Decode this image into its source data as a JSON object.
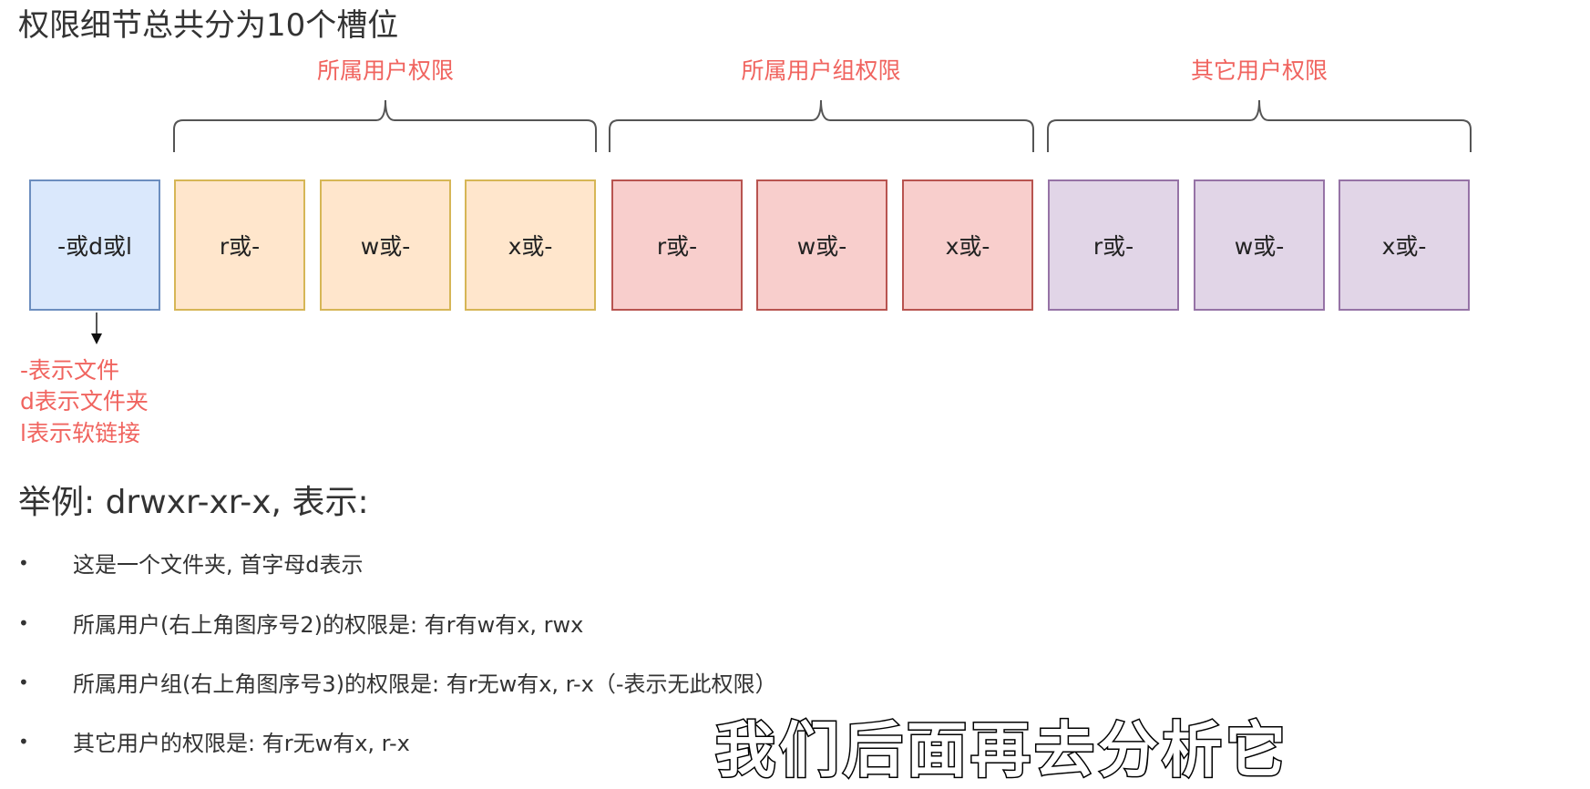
{
  "title": "权限细节总共分为10个槽位",
  "groups": [
    {
      "label": "所属用户权限",
      "color": "#f0645f"
    },
    {
      "label": "所属用户组权限",
      "color": "#f0645f"
    },
    {
      "label": "其它用户权限",
      "color": "#f0645f"
    }
  ],
  "slots": [
    "-或d或l",
    "r或-",
    "w或-",
    "x或-",
    "r或-",
    "w或-",
    "x或-",
    "r或-",
    "w或-",
    "x或-"
  ],
  "type_notes": [
    "-表示文件",
    "d表示文件夹",
    "l表示软链接"
  ],
  "example_heading": "举例: drwxr-xr-x, 表示:",
  "bullets": [
    "这是一个文件夹, 首字母d表示",
    "所属用户(右上角图序号2)的权限是: 有r有w有x, rwx",
    "所属用户组(右上角图序号3)的权限是: 有r无w有x, r-x（-表示无此权限）",
    "其它用户的权限是: 有r无w有x, r-x"
  ],
  "bullet_symbol": "•",
  "subtitle": "我们后面再去分析它"
}
